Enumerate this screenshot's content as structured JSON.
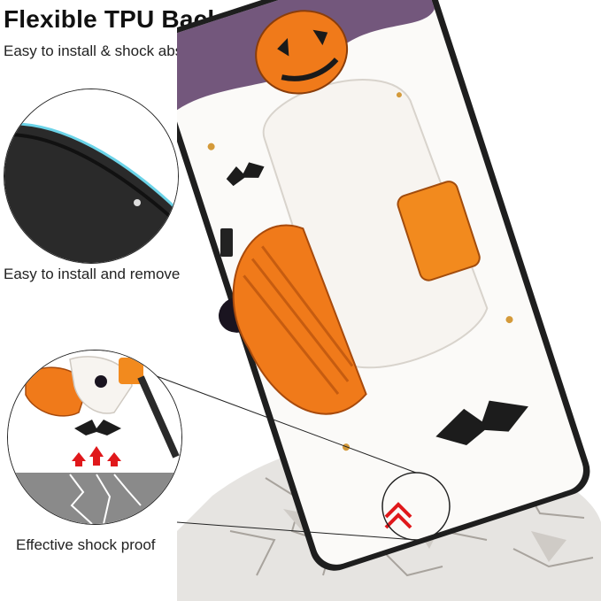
{
  "header": {
    "title": "Flexible TPU Back Cover",
    "subtitle": "Easy to install & shock absorption"
  },
  "features": [
    {
      "label": "Easy to install and remove"
    },
    {
      "label": "Effective shock proof"
    }
  ],
  "colors": {
    "pumpkin_orange": "#f07a1a",
    "ghost_white": "#f7f4f0",
    "cracked_ground": "#e6e4e1",
    "case_edge_black": "#1e1e1e",
    "impact_red": "#e0181b",
    "smoke_purple": "#5a3a66"
  },
  "icons": [
    "tablet-case-edge-icon",
    "impact-arrows-icon",
    "ground-crack-icon",
    "bat-icon",
    "pumpkin-icon",
    "ghost-icon",
    "star-icon"
  ]
}
